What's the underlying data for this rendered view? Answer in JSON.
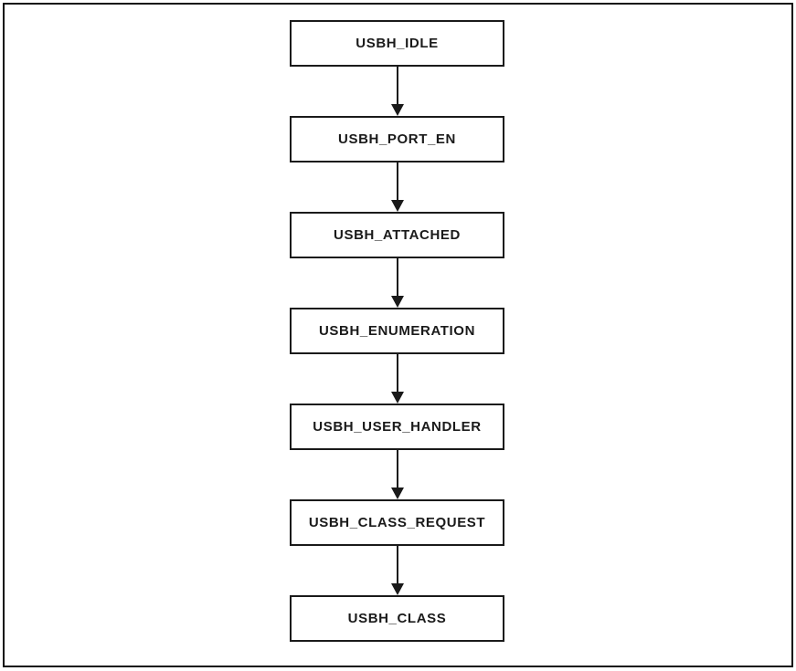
{
  "diagram": {
    "type": "flowchart",
    "orientation": "top-to-bottom",
    "nodes": [
      {
        "label": "USBH_IDLE"
      },
      {
        "label": "USBH_PORT_EN"
      },
      {
        "label": "USBH_ATTACHED"
      },
      {
        "label": "USBH_ENUMERATION"
      },
      {
        "label": "USBH_USER_HANDLER"
      },
      {
        "label": "USBH_CLASS_REQUEST"
      },
      {
        "label": "USBH_CLASS"
      }
    ],
    "edges": [
      {
        "from": "USBH_IDLE",
        "to": "USBH_PORT_EN",
        "style": "arrow-down"
      },
      {
        "from": "USBH_PORT_EN",
        "to": "USBH_ATTACHED",
        "style": "arrow-down"
      },
      {
        "from": "USBH_ATTACHED",
        "to": "USBH_ENUMERATION",
        "style": "arrow-down"
      },
      {
        "from": "USBH_ENUMERATION",
        "to": "USBH_USER_HANDLER",
        "style": "arrow-down"
      },
      {
        "from": "USBH_USER_HANDLER",
        "to": "USBH_CLASS_REQUEST",
        "style": "arrow-down"
      },
      {
        "from": "USBH_CLASS_REQUEST",
        "to": "USBH_CLASS",
        "style": "arrow-down"
      }
    ],
    "colors": {
      "background": "#ffffff",
      "box_fill": "#ffffff",
      "box_border": "#1a1a1a",
      "text": "#1a1a1a",
      "arrow": "#1a1a1a",
      "page_frame": "#111111"
    }
  }
}
